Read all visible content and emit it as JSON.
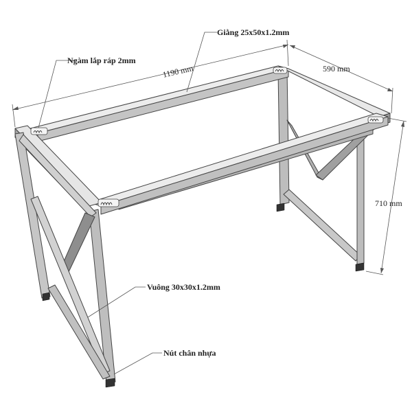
{
  "labels": {
    "ngam": "Ngàm lắp ráp 2mm",
    "giang": "Giằng 25x50x1.2mm",
    "vuong": "Vuông 30x30x1.2mm",
    "nut_chan": "Nút chân nhựa"
  },
  "dimensions": {
    "length": "1190 mm",
    "width": "590 mm",
    "height": "710 mm"
  },
  "colors": {
    "tube_top": "#e6e6e6",
    "tube_side": "#a9a9a9",
    "tube_dark": "#8c8c8c",
    "line": "#444444",
    "foot": "#333333"
  }
}
